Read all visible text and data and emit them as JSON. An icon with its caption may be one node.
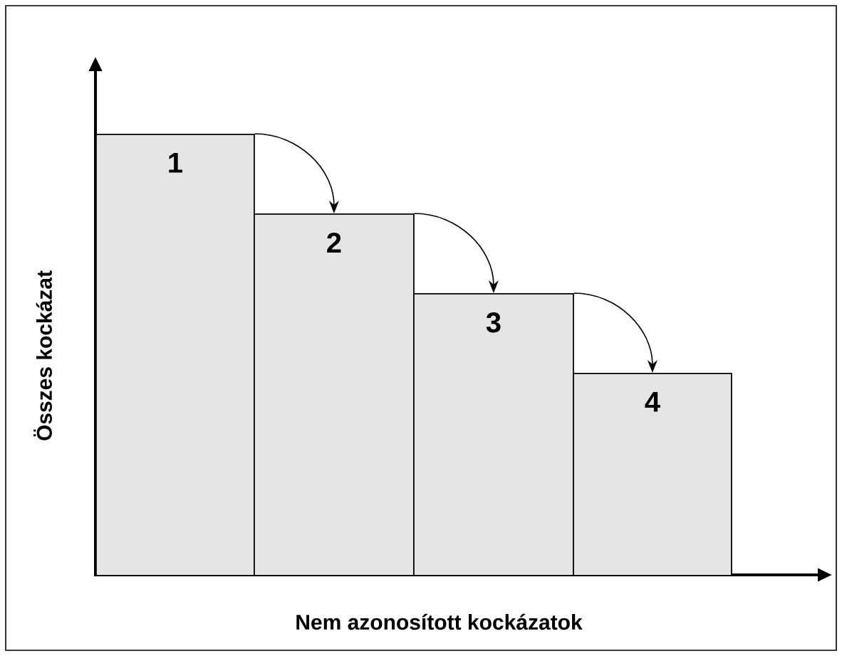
{
  "diagram": {
    "nodes": [
      {
        "text": [
          "1"
        ]
      },
      {
        "text": [
          "2"
        ]
      },
      {
        "text": [
          "3"
        ]
      },
      {
        "text": [
          "4"
        ]
      }
    ],
    "edges": [
      {
        "from": 0,
        "to": 1,
        "arrow": "to"
      },
      {
        "from": 1,
        "to": 2,
        "arrow": "to"
      },
      {
        "from": 2,
        "to": 3,
        "arrow": "to"
      }
    ],
    "labels": [
      "Összes kockázat",
      "Nem azonosított kockázatok"
    ]
  }
}
